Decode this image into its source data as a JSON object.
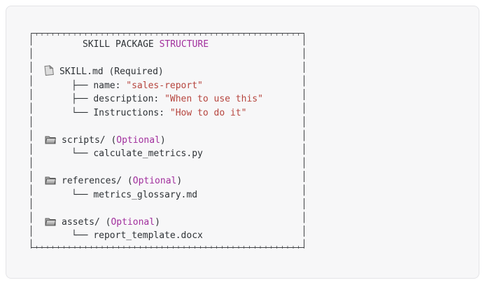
{
  "diagram": {
    "title": {
      "plain": "SKILL PACKAGE ",
      "accent": "STRUCTURE"
    },
    "colors": {
      "accent_purple": "#a12f9d",
      "string_red": "#b6453e",
      "text": "#2e3236",
      "box_border": "#3f4144",
      "card_background": "#f7f7f8"
    },
    "sections": [
      {
        "icon": "file-icon",
        "name": "SKILL.md",
        "paren_open": " (",
        "qualifier": "Required",
        "paren_close": ")",
        "children": [
          {
            "connector": "├── ",
            "label": "name: ",
            "value": "\"sales-report\""
          },
          {
            "connector": "├── ",
            "label": "description: ",
            "value": "\"When to use this\""
          },
          {
            "connector": "└── ",
            "label": "Instructions: ",
            "value": "\"How to do it\""
          }
        ]
      },
      {
        "icon": "folder-icon",
        "name": "scripts/",
        "paren_open": " (",
        "qualifier": "Optional",
        "paren_close": ")",
        "children": [
          {
            "connector": "└── ",
            "label": "calculate_metrics.py",
            "value": ""
          }
        ]
      },
      {
        "icon": "folder-icon",
        "name": "references/",
        "paren_open": " (",
        "qualifier": "Optional",
        "paren_close": ")",
        "children": [
          {
            "connector": "└── ",
            "label": "metrics_glossary.md",
            "value": ""
          }
        ]
      },
      {
        "icon": "folder-icon",
        "name": "assets/",
        "paren_open": " (",
        "qualifier": "Optional",
        "paren_close": ")",
        "children": [
          {
            "connector": "└── ",
            "label": "report_template.docx",
            "value": ""
          }
        ]
      }
    ]
  }
}
